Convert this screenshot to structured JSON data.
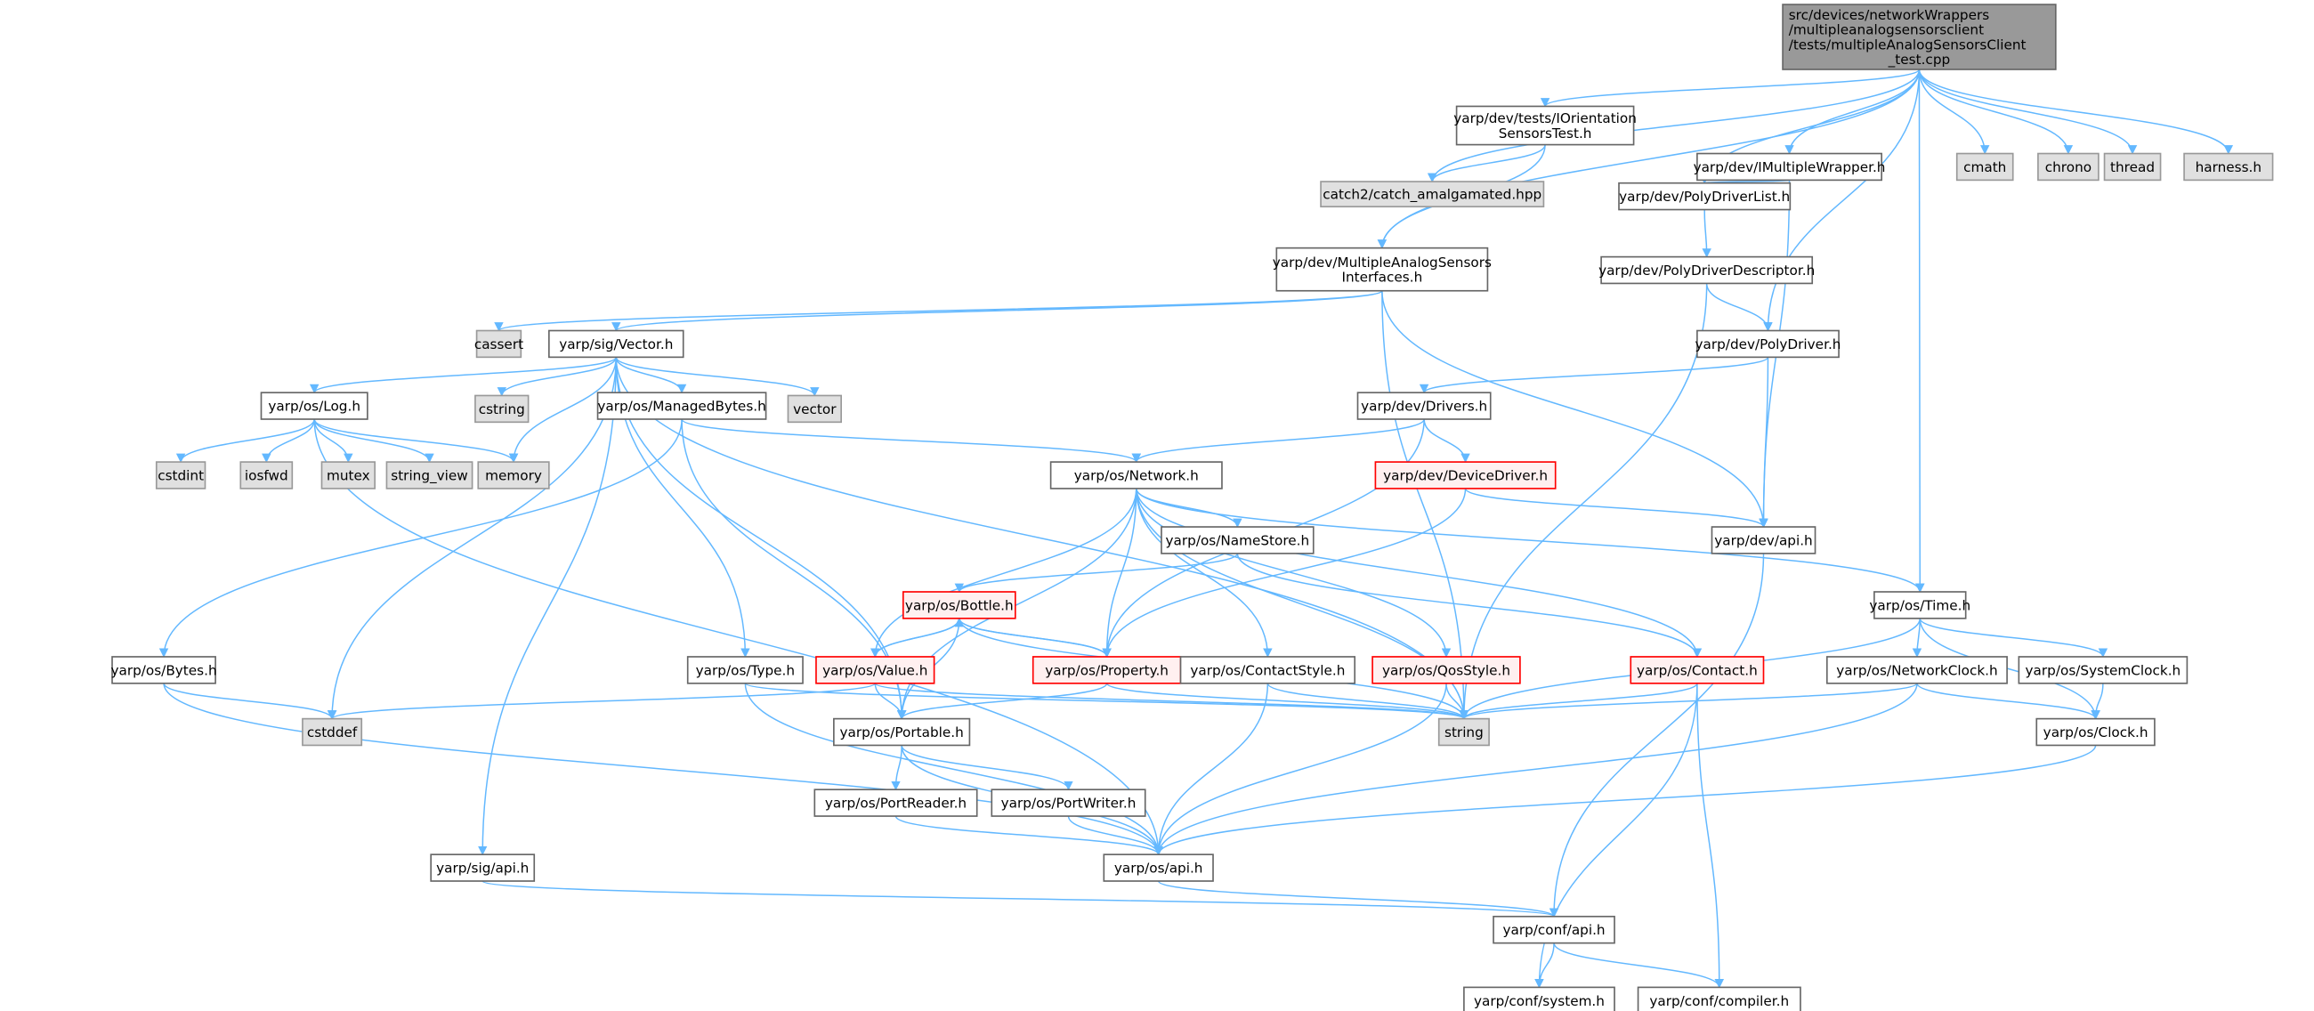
{
  "graph": {
    "type": "include-dependency-graph",
    "colors": {
      "edge": "#63b8ff",
      "root_fill": "#999999",
      "root_stroke": "#666666",
      "normal_fill": "#ffffff",
      "normal_stroke": "#666666",
      "system_fill": "#e0e0e0",
      "system_stroke": "#999999",
      "truncated_fill": "#fff0f0",
      "truncated_stroke": "#ff0000"
    },
    "nodes": [
      {
        "id": "root",
        "label": [
          "src/devices/networkWrappers",
          "/multipleanalogsensorsclient",
          "/tests/multipleAnalogSensorsClient",
          "_test.cpp"
        ],
        "kind": "root"
      },
      {
        "id": "orient",
        "label": [
          "yarp/dev/tests/IOrientation",
          "SensorsTest.h"
        ],
        "kind": "normal"
      },
      {
        "id": "catch",
        "label": [
          "catch2/catch_amalgamated.hpp"
        ],
        "kind": "system"
      },
      {
        "id": "imw",
        "label": [
          "yarp/dev/IMultipleWrapper.h"
        ],
        "kind": "normal"
      },
      {
        "id": "cmath",
        "label": [
          "cmath"
        ],
        "kind": "system"
      },
      {
        "id": "chrono",
        "label": [
          "chrono"
        ],
        "kind": "system"
      },
      {
        "id": "thread",
        "label": [
          "thread"
        ],
        "kind": "system"
      },
      {
        "id": "harness",
        "label": [
          "harness.h"
        ],
        "kind": "system"
      },
      {
        "id": "pdl",
        "label": [
          "yarp/dev/PolyDriverList.h"
        ],
        "kind": "normal"
      },
      {
        "id": "masi",
        "label": [
          "yarp/dev/MultipleAnalogSensors",
          "Interfaces.h"
        ],
        "kind": "normal"
      },
      {
        "id": "pdd",
        "label": [
          "yarp/dev/PolyDriverDescriptor.h"
        ],
        "kind": "normal"
      },
      {
        "id": "cassert",
        "label": [
          "cassert"
        ],
        "kind": "system"
      },
      {
        "id": "vec",
        "label": [
          "yarp/sig/Vector.h"
        ],
        "kind": "normal"
      },
      {
        "id": "pd",
        "label": [
          "yarp/dev/PolyDriver.h"
        ],
        "kind": "normal"
      },
      {
        "id": "log",
        "label": [
          "yarp/os/Log.h"
        ],
        "kind": "normal"
      },
      {
        "id": "cstring",
        "label": [
          "cstring"
        ],
        "kind": "system"
      },
      {
        "id": "mb",
        "label": [
          "yarp/os/ManagedBytes.h"
        ],
        "kind": "normal"
      },
      {
        "id": "vector",
        "label": [
          "vector"
        ],
        "kind": "system"
      },
      {
        "id": "drivers",
        "label": [
          "yarp/dev/Drivers.h"
        ],
        "kind": "normal"
      },
      {
        "id": "cstdint",
        "label": [
          "cstdint"
        ],
        "kind": "system"
      },
      {
        "id": "iosfwd",
        "label": [
          "iosfwd"
        ],
        "kind": "system"
      },
      {
        "id": "mutex",
        "label": [
          "mutex"
        ],
        "kind": "system"
      },
      {
        "id": "string_view",
        "label": [
          "string_view"
        ],
        "kind": "system"
      },
      {
        "id": "memory",
        "label": [
          "memory"
        ],
        "kind": "system"
      },
      {
        "id": "network",
        "label": [
          "yarp/os/Network.h"
        ],
        "kind": "normal"
      },
      {
        "id": "devdrv",
        "label": [
          "yarp/dev/DeviceDriver.h"
        ],
        "kind": "truncated"
      },
      {
        "id": "namestore",
        "label": [
          "yarp/os/NameStore.h"
        ],
        "kind": "normal"
      },
      {
        "id": "devapi",
        "label": [
          "yarp/dev/api.h"
        ],
        "kind": "normal"
      },
      {
        "id": "bottle",
        "label": [
          "yarp/os/Bottle.h"
        ],
        "kind": "truncated"
      },
      {
        "id": "time",
        "label": [
          "yarp/os/Time.h"
        ],
        "kind": "normal"
      },
      {
        "id": "bytes",
        "label": [
          "yarp/os/Bytes.h"
        ],
        "kind": "normal"
      },
      {
        "id": "type",
        "label": [
          "yarp/os/Type.h"
        ],
        "kind": "normal"
      },
      {
        "id": "value",
        "label": [
          "yarp/os/Value.h"
        ],
        "kind": "truncated"
      },
      {
        "id": "property",
        "label": [
          "yarp/os/Property.h"
        ],
        "kind": "truncated"
      },
      {
        "id": "contactstyle",
        "label": [
          "yarp/os/ContactStyle.h"
        ],
        "kind": "normal"
      },
      {
        "id": "qos",
        "label": [
          "yarp/os/QosStyle.h"
        ],
        "kind": "truncated"
      },
      {
        "id": "contact",
        "label": [
          "yarp/os/Contact.h"
        ],
        "kind": "truncated"
      },
      {
        "id": "netclock",
        "label": [
          "yarp/os/NetworkClock.h"
        ],
        "kind": "normal"
      },
      {
        "id": "sysclock",
        "label": [
          "yarp/os/SystemClock.h"
        ],
        "kind": "normal"
      },
      {
        "id": "cstddef",
        "label": [
          "cstddef"
        ],
        "kind": "system"
      },
      {
        "id": "portable",
        "label": [
          "yarp/os/Portable.h"
        ],
        "kind": "normal"
      },
      {
        "id": "string",
        "label": [
          "string"
        ],
        "kind": "system"
      },
      {
        "id": "clock",
        "label": [
          "yarp/os/Clock.h"
        ],
        "kind": "normal"
      },
      {
        "id": "portreader",
        "label": [
          "yarp/os/PortReader.h"
        ],
        "kind": "normal"
      },
      {
        "id": "portwriter",
        "label": [
          "yarp/os/PortWriter.h"
        ],
        "kind": "normal"
      },
      {
        "id": "sigapi",
        "label": [
          "yarp/sig/api.h"
        ],
        "kind": "normal"
      },
      {
        "id": "osapi",
        "label": [
          "yarp/os/api.h"
        ],
        "kind": "normal"
      },
      {
        "id": "confapi",
        "label": [
          "yarp/conf/api.h"
        ],
        "kind": "normal"
      },
      {
        "id": "confsys",
        "label": [
          "yarp/conf/system.h"
        ],
        "kind": "normal"
      },
      {
        "id": "confcomp",
        "label": [
          "yarp/conf/compiler.h"
        ],
        "kind": "normal"
      }
    ],
    "edges": [
      [
        "root",
        "orient"
      ],
      [
        "root",
        "catch"
      ],
      [
        "root",
        "imw"
      ],
      [
        "root",
        "cmath"
      ],
      [
        "root",
        "chrono"
      ],
      [
        "root",
        "thread"
      ],
      [
        "root",
        "harness"
      ],
      [
        "root",
        "pdl"
      ],
      [
        "root",
        "masi"
      ],
      [
        "root",
        "pd"
      ],
      [
        "root",
        "time"
      ],
      [
        "orient",
        "catch"
      ],
      [
        "orient",
        "masi"
      ],
      [
        "imw",
        "pdl"
      ],
      [
        "imw",
        "devapi"
      ],
      [
        "pdl",
        "pdd"
      ],
      [
        "pdd",
        "pd"
      ],
      [
        "pdd",
        "string"
      ],
      [
        "masi",
        "cassert"
      ],
      [
        "masi",
        "vec"
      ],
      [
        "masi",
        "string"
      ],
      [
        "masi",
        "devapi"
      ],
      [
        "pd",
        "drivers"
      ],
      [
        "pd",
        "devapi"
      ],
      [
        "vec",
        "log"
      ],
      [
        "vec",
        "cstring"
      ],
      [
        "vec",
        "mb"
      ],
      [
        "vec",
        "vector"
      ],
      [
        "vec",
        "memory"
      ],
      [
        "vec",
        "type"
      ],
      [
        "vec",
        "portable"
      ],
      [
        "vec",
        "string"
      ],
      [
        "vec",
        "cstddef"
      ],
      [
        "vec",
        "sigapi"
      ],
      [
        "log",
        "cstdint"
      ],
      [
        "log",
        "iosfwd"
      ],
      [
        "log",
        "mutex"
      ],
      [
        "log",
        "string_view"
      ],
      [
        "log",
        "memory"
      ],
      [
        "log",
        "osapi"
      ],
      [
        "mb",
        "network"
      ],
      [
        "mb",
        "bytes"
      ],
      [
        "mb",
        "portable"
      ],
      [
        "drivers",
        "network"
      ],
      [
        "drivers",
        "devdrv"
      ],
      [
        "drivers",
        "property"
      ],
      [
        "network",
        "namestore"
      ],
      [
        "network",
        "value"
      ],
      [
        "network",
        "property"
      ],
      [
        "network",
        "contactstyle"
      ],
      [
        "network",
        "qos"
      ],
      [
        "network",
        "contact"
      ],
      [
        "network",
        "time"
      ],
      [
        "network",
        "portable"
      ],
      [
        "network",
        "string"
      ],
      [
        "devdrv",
        "devapi"
      ],
      [
        "devdrv",
        "property"
      ],
      [
        "namestore",
        "bottle"
      ],
      [
        "namestore",
        "contact"
      ],
      [
        "devapi",
        "confapi"
      ],
      [
        "bottle",
        "value"
      ],
      [
        "bottle",
        "property"
      ],
      [
        "bottle",
        "portable"
      ],
      [
        "bottle",
        "string"
      ],
      [
        "value",
        "bottle"
      ],
      [
        "value",
        "portable"
      ],
      [
        "value",
        "cstddef"
      ],
      [
        "value",
        "string"
      ],
      [
        "property",
        "bottle"
      ],
      [
        "property",
        "portable"
      ],
      [
        "property",
        "string"
      ],
      [
        "type",
        "osapi"
      ],
      [
        "type",
        "string"
      ],
      [
        "bytes",
        "cstddef"
      ],
      [
        "bytes",
        "osapi"
      ],
      [
        "contactstyle",
        "string"
      ],
      [
        "contactstyle",
        "osapi"
      ],
      [
        "qos",
        "string"
      ],
      [
        "qos",
        "osapi"
      ],
      [
        "contact",
        "string"
      ],
      [
        "contact",
        "confsys"
      ],
      [
        "contact",
        "confcomp"
      ],
      [
        "time",
        "string"
      ],
      [
        "time",
        "netclock"
      ],
      [
        "time",
        "sysclock"
      ],
      [
        "time",
        "clock"
      ],
      [
        "netclock",
        "string"
      ],
      [
        "netclock",
        "osapi"
      ],
      [
        "netclock",
        "clock"
      ],
      [
        "sysclock",
        "clock"
      ],
      [
        "clock",
        "osapi"
      ],
      [
        "portable",
        "portreader"
      ],
      [
        "portable",
        "portwriter"
      ],
      [
        "portable",
        "osapi"
      ],
      [
        "portreader",
        "osapi"
      ],
      [
        "portwriter",
        "osapi"
      ],
      [
        "sigapi",
        "confapi"
      ],
      [
        "osapi",
        "confapi"
      ],
      [
        "confapi",
        "confsys"
      ],
      [
        "confapi",
        "confcomp"
      ]
    ]
  }
}
